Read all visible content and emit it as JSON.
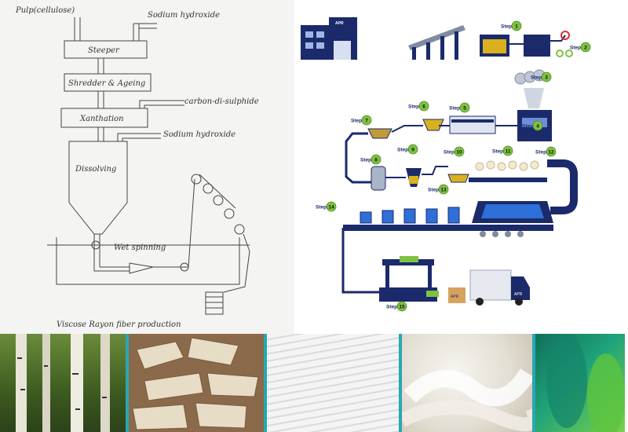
{
  "sketch": {
    "label_pulp": "Pulp(cellulose)",
    "label_naoh_top": "Sodium hydroxide",
    "box_steeper": "Steeper",
    "box_shredder": "Shredder & Ageing",
    "label_cs2": "carbon-di-sulphide",
    "box_xanthation": "Xanthation",
    "label_naoh_mid": "Sodium hydroxide",
    "tank_dissolving": "Dissolving",
    "label_wet_spinning": "Wet spinning",
    "caption": "Viscose Rayon fiber production"
  },
  "process": {
    "step_word": "Step",
    "truck_logo": "APR",
    "factory_logo": "APR",
    "box_logo": "APR",
    "steps": [
      "1",
      "2",
      "3",
      "4",
      "5",
      "6",
      "7",
      "8",
      "9",
      "10",
      "11",
      "12",
      "13",
      "14",
      "15"
    ],
    "colors": {
      "navy": "#1b2a6b",
      "green": "#7dc242",
      "blue": "#2f6fd8"
    }
  },
  "photos": {
    "items": [
      "birch-forest",
      "wood-chips",
      "pulp-sheets",
      "viscose-fibre",
      "green-yarn-spools"
    ],
    "separator_color": "#29a7b3"
  }
}
